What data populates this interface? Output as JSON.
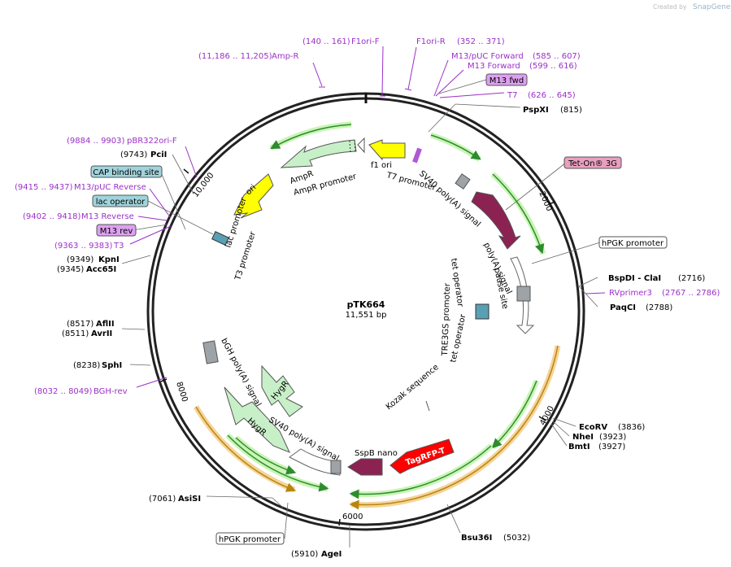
{
  "watermark": {
    "prefix": "Created by",
    "brand": "SnapGene"
  },
  "plasmid": {
    "name": "pTK664",
    "length": "11,551 bp",
    "total_bp": 11551
  },
  "ticks": [
    {
      "bp": 2000,
      "label": "2000"
    },
    {
      "bp": 4000,
      "label": "4000"
    },
    {
      "bp": 6000,
      "label": "6000"
    },
    {
      "bp": 8000,
      "label": "8000"
    },
    {
      "bp": 10000,
      "label": "10,000"
    }
  ],
  "sites": [
    {
      "name": "PspXI",
      "pos": "(815)"
    },
    {
      "name": "BspDI - ClaI",
      "pos": "(2716)"
    },
    {
      "name": "PaqCI",
      "pos": "(2788)"
    },
    {
      "name": "EcoRV",
      "pos": "(3836)"
    },
    {
      "name": "NheI",
      "pos": "(3923)"
    },
    {
      "name": "BmtI",
      "pos": "(3927)"
    },
    {
      "name": "Bsu36I",
      "pos": "(5032)"
    },
    {
      "name": "AgeI",
      "pos": "(5910)"
    },
    {
      "name": "AsiSI",
      "pos": "(7061)"
    },
    {
      "name": "SphI",
      "pos": "(8238)"
    },
    {
      "name": "AvrII",
      "pos": "(8511)"
    },
    {
      "name": "AflII",
      "pos": "(8517)"
    },
    {
      "name": "Acc65I",
      "pos": "(9345)"
    },
    {
      "name": "KpnI",
      "pos": "(9349)"
    },
    {
      "name": "PciI",
      "pos": "(9743)"
    }
  ],
  "primers": [
    {
      "name": "Amp-R",
      "range": "(11,186 .. 11,205)"
    },
    {
      "name": "F1ori-F",
      "range": "(140 .. 161)"
    },
    {
      "name": "F1ori-R",
      "range": "(352 .. 371)"
    },
    {
      "name": "M13/pUC Forward",
      "range": "(585 .. 607)"
    },
    {
      "name": "M13 Forward",
      "range": "(599 .. 616)"
    },
    {
      "name": "T7",
      "range": "(626 .. 645)"
    },
    {
      "name": "RVprimer3",
      "range": "(2767 .. 2786)"
    },
    {
      "name": "BGH-rev",
      "range": "(8032 .. 8049)"
    },
    {
      "name": "T3",
      "range": "(9363 .. 9383)"
    },
    {
      "name": "M13 Reverse",
      "range": "(9402 .. 9418)"
    },
    {
      "name": "M13/pUC Reverse",
      "range": "(9415 .. 9437)"
    },
    {
      "name": "pBR322ori-F",
      "range": "(9884 .. 9903)"
    }
  ],
  "boxed": {
    "m13fwd": "M13 fwd",
    "teton": "Tet-On® 3G",
    "hpgk_right": "hPGK promoter",
    "hpgk_bottom": "hPGK promoter",
    "cap": "CAP binding site",
    "lacop": "lac operator",
    "m13rev": "M13 rev"
  },
  "features": {
    "ampr": "AmpR",
    "ampr_promoter": "AmpR promoter",
    "f1ori": "f1 ori",
    "t7promoter": "T7 promoter",
    "sv40_top": "SV40 poly(A) signal",
    "ori": "ori",
    "lac_promoter": "lac promoter",
    "t3_promoter": "T3 promoter",
    "polya_signal": "poly(A) signal",
    "pause_site": "pause site",
    "tre3gs": "TRE3GS promoter",
    "tet_op1": "tet operator",
    "tet_op2": "tet operator",
    "kozak": "Kozak sequence",
    "bgh_polya": "bGH poly(A) signal",
    "hygr1": "HygR",
    "hygr2": "HygR",
    "sv40_bottom": "SV40 poly(A) signal",
    "sspb": "SspB nano",
    "tagrfp": "TagRFP-T"
  },
  "colors": {
    "primer": "#9b30c8",
    "site": "#000000",
    "ampr_fill": "#c8f0c8",
    "ori_fill": "#ffff00",
    "f1_fill": "#ffff00",
    "tetop_fill": "#8b2252",
    "tagrfp_fill": "#ff0000",
    "boxed_primer_fill": "#dda0f0",
    "teton_fill": "#e8a0c0",
    "cap_fill": "#a0d4dc",
    "orf_glow": "#b8f0a0",
    "orf_glow2": "#f5c878",
    "gray": "#9ea3a8"
  }
}
